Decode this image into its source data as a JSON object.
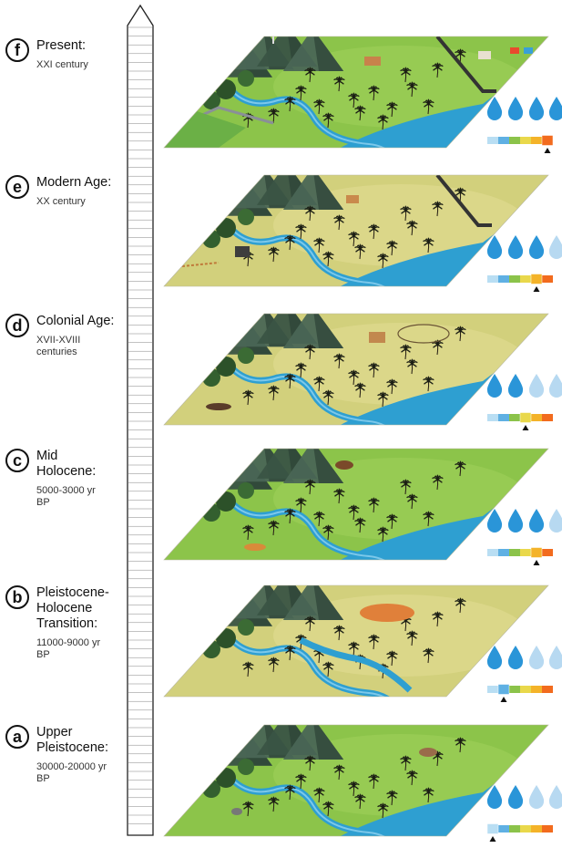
{
  "periods": [
    {
      "letter": "f",
      "title_lines": [
        "Present:"
      ],
      "subtitle_lines": [
        "XXI century"
      ],
      "drops_filled": 4,
      "scale_level": 5,
      "features": "present"
    },
    {
      "letter": "e",
      "title_lines": [
        "Modern Age:"
      ],
      "subtitle_lines": [
        "XX century"
      ],
      "drops_filled": 3,
      "scale_level": 4,
      "features": "modern"
    },
    {
      "letter": "d",
      "title_lines": [
        "Colonial Age:"
      ],
      "subtitle_lines": [
        "XVII-XVIII",
        "centuries"
      ],
      "drops_filled": 2,
      "scale_level": 3,
      "features": "colonial"
    },
    {
      "letter": "c",
      "title_lines": [
        "Mid",
        "Holocene:"
      ],
      "subtitle_lines": [
        "5000-3000 yr",
        "BP"
      ],
      "drops_filled": 3,
      "scale_level": 4,
      "features": "mid"
    },
    {
      "letter": "b",
      "title_lines": [
        "Pleistocene-",
        "Holocene",
        "Transition:"
      ],
      "subtitle_lines": [
        "11000-9000 yr",
        "BP"
      ],
      "drops_filled": 2,
      "scale_level": 1,
      "features": "transition"
    },
    {
      "letter": "a",
      "title_lines": [
        "Upper",
        "Pleistocene:"
      ],
      "subtitle_lines": [
        "30000-20000 yr",
        "BP"
      ],
      "drops_filled": 2,
      "scale_level": 0,
      "features": "upper"
    }
  ],
  "colors": {
    "scale": [
      "#b9def3",
      "#5fb0e3",
      "#8bc34a",
      "#e9d84b",
      "#f4b329",
      "#f26b1e"
    ],
    "drop_filled": "#2a95d8",
    "drop_empty": "#b7d9f1",
    "water": "#2e9fd1",
    "ground_green": "#8cc44a",
    "ground_dry": "#d2d07c",
    "mountain": "#40594a"
  }
}
